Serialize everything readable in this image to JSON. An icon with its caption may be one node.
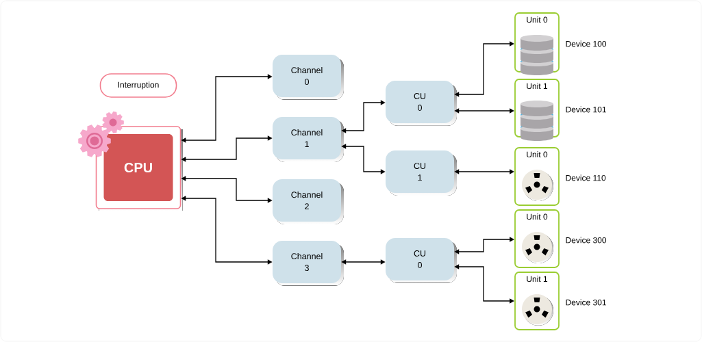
{
  "diagram": {
    "nodes": [
      {
        "text": [
          "Interruption"
        ]
      },
      {
        "text": [
          "CPU"
        ]
      },
      {
        "text": [
          "Channel 0"
        ]
      },
      {
        "text": [
          "Channel 1"
        ]
      },
      {
        "text": [
          "Channel 2"
        ]
      },
      {
        "text": [
          "Channel 3"
        ]
      },
      {
        "text": [
          "CU 0"
        ]
      },
      {
        "text": [
          "CU 1"
        ]
      },
      {
        "text": [
          "CU 0"
        ]
      },
      {
        "text": [
          "Unit 0"
        ],
        "beside": [
          "Device 100"
        ]
      },
      {
        "text": [
          "Unit 1"
        ],
        "beside": [
          "Device 101"
        ]
      },
      {
        "text": [
          "Unit 0"
        ],
        "beside": [
          "Device 110"
        ]
      },
      {
        "text": [
          "Unit 0"
        ],
        "beside": [
          "Device 300"
        ]
      },
      {
        "text": [
          "Unit 1"
        ],
        "beside": [
          "Device 301"
        ]
      }
    ],
    "edges": [
      {
        "from": 1,
        "to": 2,
        "arrow": "both"
      },
      {
        "from": 1,
        "to": 3,
        "arrow": "both"
      },
      {
        "from": 1,
        "to": 4,
        "arrow": "both"
      },
      {
        "from": 1,
        "to": 5,
        "arrow": "both"
      },
      {
        "from": 3,
        "to": 6,
        "arrow": "both"
      },
      {
        "from": 3,
        "to": 7,
        "arrow": "both"
      },
      {
        "from": 5,
        "to": 8,
        "arrow": "both"
      },
      {
        "from": 6,
        "to": 9,
        "arrow": "both"
      },
      {
        "from": 6,
        "to": 10,
        "arrow": "both"
      },
      {
        "from": 7,
        "to": 11,
        "arrow": "both"
      },
      {
        "from": 8,
        "to": 12,
        "arrow": "both"
      },
      {
        "from": 8,
        "to": 13,
        "arrow": "both"
      }
    ]
  }
}
